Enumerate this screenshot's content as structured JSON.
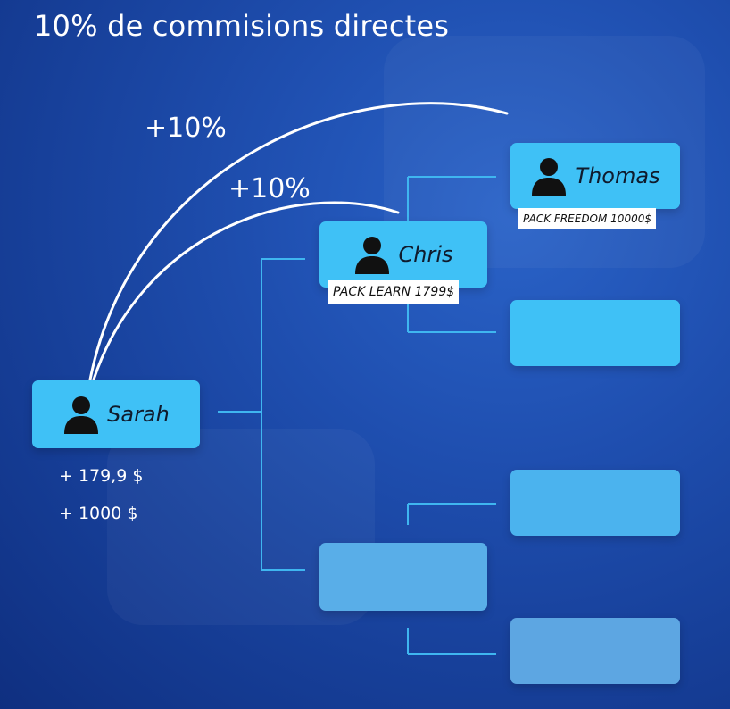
{
  "title": "10% de commisions directes",
  "commissions": {
    "outer": "+10%",
    "inner": "+10%"
  },
  "nodes": {
    "sarah": {
      "name": "Sarah",
      "earnings": [
        "+ 179,9 $",
        "+ 1000 $"
      ]
    },
    "chris": {
      "name": "Chris",
      "pack": "PACK LEARN 1799$"
    },
    "thomas": {
      "name": "Thomas",
      "pack": "PACK FREEDOM 10000$"
    }
  },
  "icons": {
    "person": "person-silhouette-icon"
  },
  "colors": {
    "node_bright": "#3fc1f6",
    "connector": "#3fb6f0",
    "background": "#1f4fb0"
  }
}
